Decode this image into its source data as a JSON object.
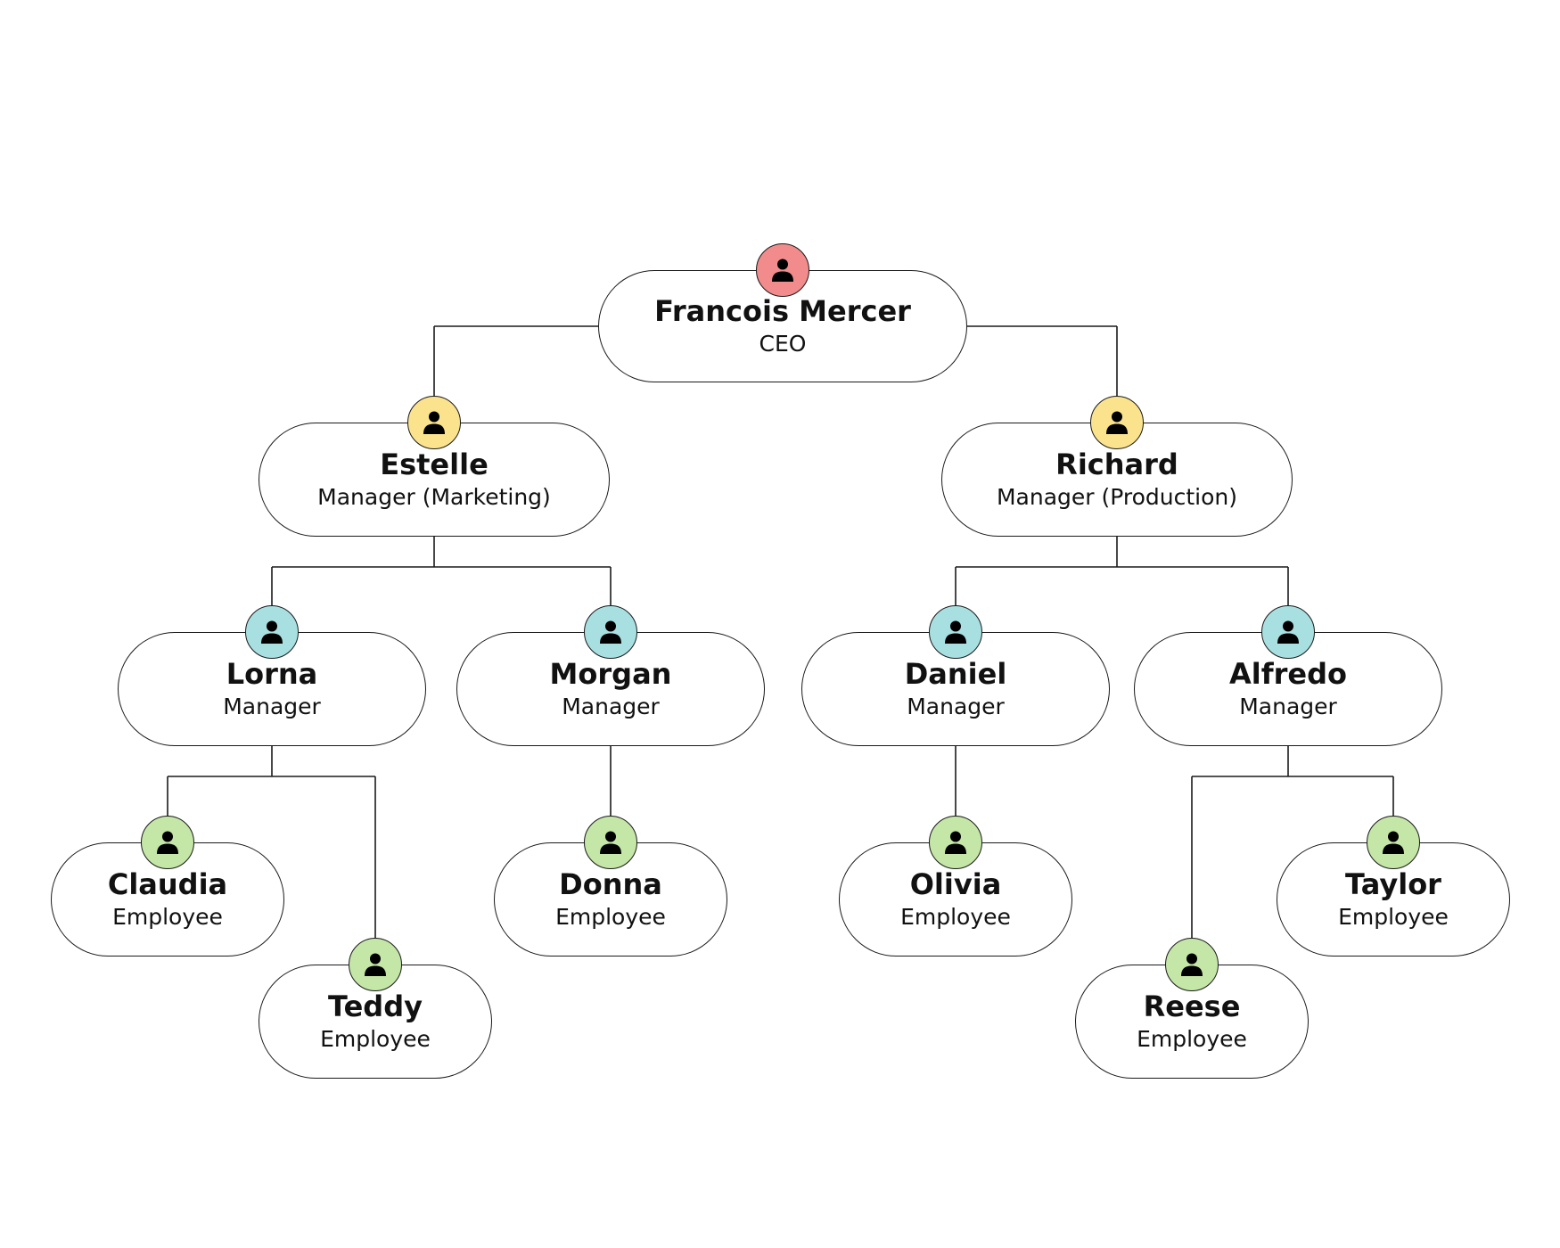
{
  "colors": {
    "ceo": "#f28b8b",
    "director": "#fbe38e",
    "manager": "#a8e0e2",
    "employee": "#c4e6a6",
    "line": "#1a1a1a"
  },
  "avatar_icon": "person-icon",
  "people": [
    {
      "id": "francois",
      "name": "Francois Mercer",
      "role": "CEO",
      "level": "ceo",
      "parent": null
    },
    {
      "id": "estelle",
      "name": "Estelle",
      "role": "Manager (Marketing)",
      "level": "director",
      "parent": "francois"
    },
    {
      "id": "richard",
      "name": "Richard",
      "role": "Manager (Production)",
      "level": "director",
      "parent": "francois"
    },
    {
      "id": "lorna",
      "name": "Lorna",
      "role": "Manager",
      "level": "manager",
      "parent": "estelle"
    },
    {
      "id": "morgan",
      "name": "Morgan",
      "role": "Manager",
      "level": "manager",
      "parent": "estelle"
    },
    {
      "id": "daniel",
      "name": "Daniel",
      "role": "Manager",
      "level": "manager",
      "parent": "richard"
    },
    {
      "id": "alfredo",
      "name": "Alfredo",
      "role": "Manager",
      "level": "manager",
      "parent": "richard"
    },
    {
      "id": "claudia",
      "name": "Claudia",
      "role": "Employee",
      "level": "employee",
      "parent": "lorna"
    },
    {
      "id": "teddy",
      "name": "Teddy",
      "role": "Employee",
      "level": "employee",
      "parent": "lorna"
    },
    {
      "id": "donna",
      "name": "Donna",
      "role": "Employee",
      "level": "employee",
      "parent": "morgan"
    },
    {
      "id": "olivia",
      "name": "Olivia",
      "role": "Employee",
      "level": "employee",
      "parent": "daniel"
    },
    {
      "id": "reese",
      "name": "Reese",
      "role": "Employee",
      "level": "employee",
      "parent": "alfredo"
    },
    {
      "id": "taylor",
      "name": "Taylor",
      "role": "Employee",
      "level": "employee",
      "parent": "alfredo"
    }
  ]
}
